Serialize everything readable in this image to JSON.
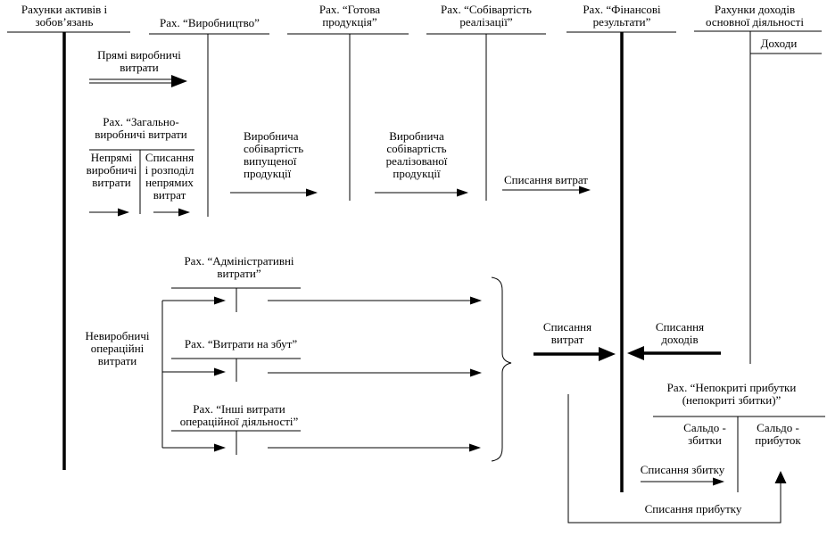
{
  "diagram": {
    "accounts": {
      "assets_liabilities": "Рахунки активів і\nзобов’язань",
      "production": "Рах. “Виробництво”",
      "finished_goods": "Рах. “Готова\nпродукція”",
      "cost_of_sales": "Рах. “Собівартість\nреалізації”",
      "financial_results": "Рах. “Фінансові\nрезультати”",
      "income_accounts": "Рахунки доходів\nосновної діяльності",
      "income_credit_entry": "Доходи",
      "overhead": "Рах. “Загально-\nвиробничі витрати",
      "overhead_debit": "Непрямі\nвиробничі\nвитрати",
      "overhead_credit": "Списання\nі розподіл\nнепрямих\nвитрат",
      "admin": "Рах. “Адміністративні\nвитрати”",
      "selling": "Рах. “Витрати на збут”",
      "other_operating": "Рах. “Інші витрати\nопераційної діяльності”",
      "retained": "Рах. “Непокриті прибутки\n(непокриті збитки)”",
      "retained_debit": "Сальдо -\nзбитки",
      "retained_credit": "Сальдо -\nприбуток"
    },
    "flows": {
      "direct_costs": "Прямі виробничі\nвитрати",
      "produced_cost": "Виробнича\nсобівартість\nвипущеної\nпродукції",
      "sold_cost": "Виробнича\nсобівартість\nреалізованої\nпродукції",
      "writeoff_costs_top": "Списання витрат",
      "nonproduction_costs": "Невиробничі\nопераційні\nвитрати",
      "writeoff_expenses": "Списання\nвитрат",
      "writeoff_income": "Списання\nдоходів",
      "writeoff_loss": "Списання збитку",
      "writeoff_profit": "Списання прибутку"
    }
  }
}
